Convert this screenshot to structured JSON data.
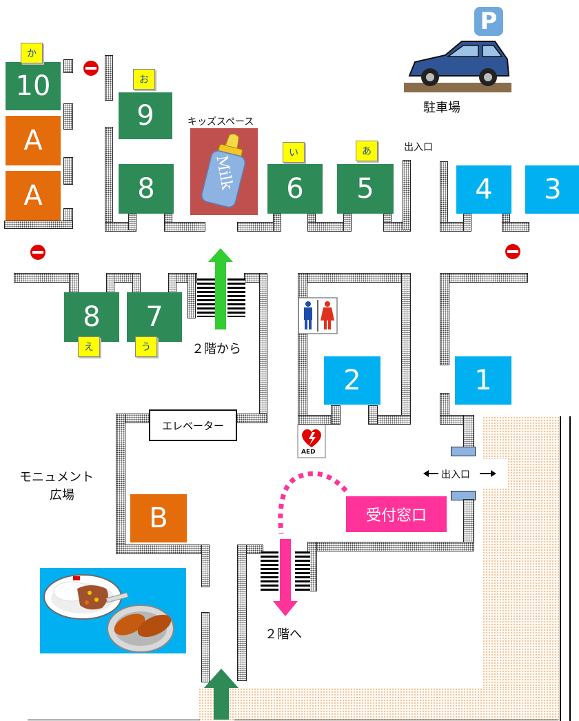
{
  "booths": {
    "b10": "10",
    "bA1": "A",
    "bA2": "A",
    "b9": "9",
    "b8top": "8",
    "b6": "6",
    "b5": "5",
    "b4": "4",
    "b3": "3",
    "b8bottom": "8",
    "b7": "7",
    "b2": "2",
    "b1": "1",
    "bB": "B"
  },
  "notes": {
    "ka": "か",
    "o": "お",
    "i": "い",
    "a": "あ",
    "e": "え",
    "u": "う"
  },
  "labels": {
    "parking": "駐車場",
    "parking_sign": "P",
    "kids_space": "キッズスペース",
    "milk": "Milk",
    "entrance_top": "出入口",
    "entrance_side": "出入口",
    "from_2f": "２階から",
    "to_2f": "２階へ",
    "elevator": "エレベーター",
    "monument": "モニュメント",
    "plaza": "広場",
    "reception": "受付窓口",
    "aed": "AED"
  },
  "colors": {
    "booth_green": "#2e8b57",
    "booth_orange": "#e46c0a",
    "booth_cyan": "#00b0f0",
    "reception_pink": "#ff3399",
    "arrow_green": "#33cc33",
    "arrow_pink": "#ff3399",
    "kids_space_red": "#c0504d"
  },
  "icons": [
    "parking-icon",
    "car-icon",
    "milk-bottle-icon",
    "toilet-icon",
    "aed-icon",
    "no-entry-icon",
    "curry-bread-icon",
    "stairs-icon"
  ]
}
